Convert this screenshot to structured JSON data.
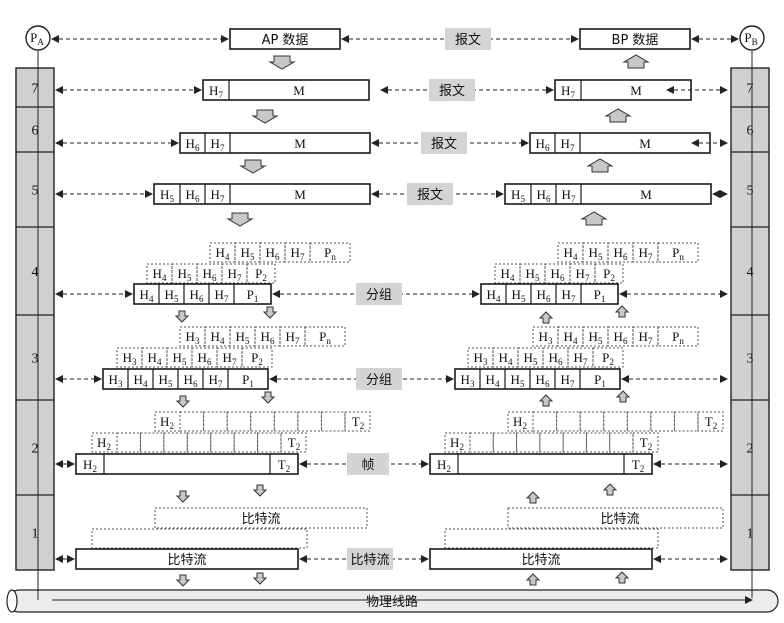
{
  "endpoints": {
    "left": "P",
    "left_sub": "A",
    "right": "P",
    "right_sub": "B"
  },
  "layers": [
    "7",
    "6",
    "5",
    "4",
    "3",
    "2",
    "1"
  ],
  "top": {
    "left_label": "AP 数据",
    "right_label": "BP 数据",
    "middle_label": "报文"
  },
  "labels": {
    "msg": "报文",
    "packet": "分组",
    "frame": "帧",
    "bitstream": "比特流",
    "physical": "物理线路"
  },
  "cells": {
    "h7": "H",
    "h6": "H",
    "h5": "H",
    "h4": "H",
    "h3": "H",
    "h2": "H",
    "t2": "T",
    "p1": "P",
    "p2": "P",
    "pn": "P",
    "m": "M",
    "sub7": "7",
    "sub6": "6",
    "sub5": "5",
    "sub4": "4",
    "sub3": "3",
    "sub2": "2",
    "sub1": "1",
    "subn": "n"
  }
}
